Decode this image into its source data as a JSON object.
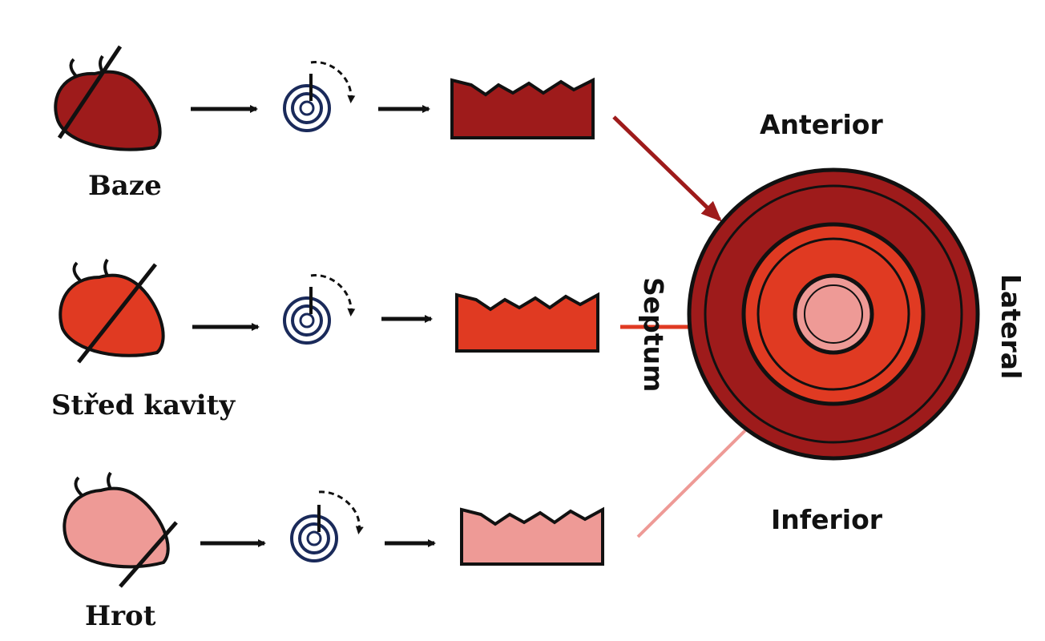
{
  "rows": [
    {
      "label": "Baze",
      "color": "#9e1b1b"
    },
    {
      "label": "Střed kavity",
      "color": "#e03a22"
    },
    {
      "label": "Hrot",
      "color": "#ee9a96"
    }
  ],
  "regions": {
    "anterior": "Anterior",
    "septum": "Septum",
    "lateral": "Lateral",
    "inferior": "Inferior"
  },
  "colors": {
    "stroke": "#111111",
    "ring_line": "#1a2a5a",
    "base": "#9e1b1b",
    "mid": "#e03a22",
    "apex": "#ee9a96"
  }
}
